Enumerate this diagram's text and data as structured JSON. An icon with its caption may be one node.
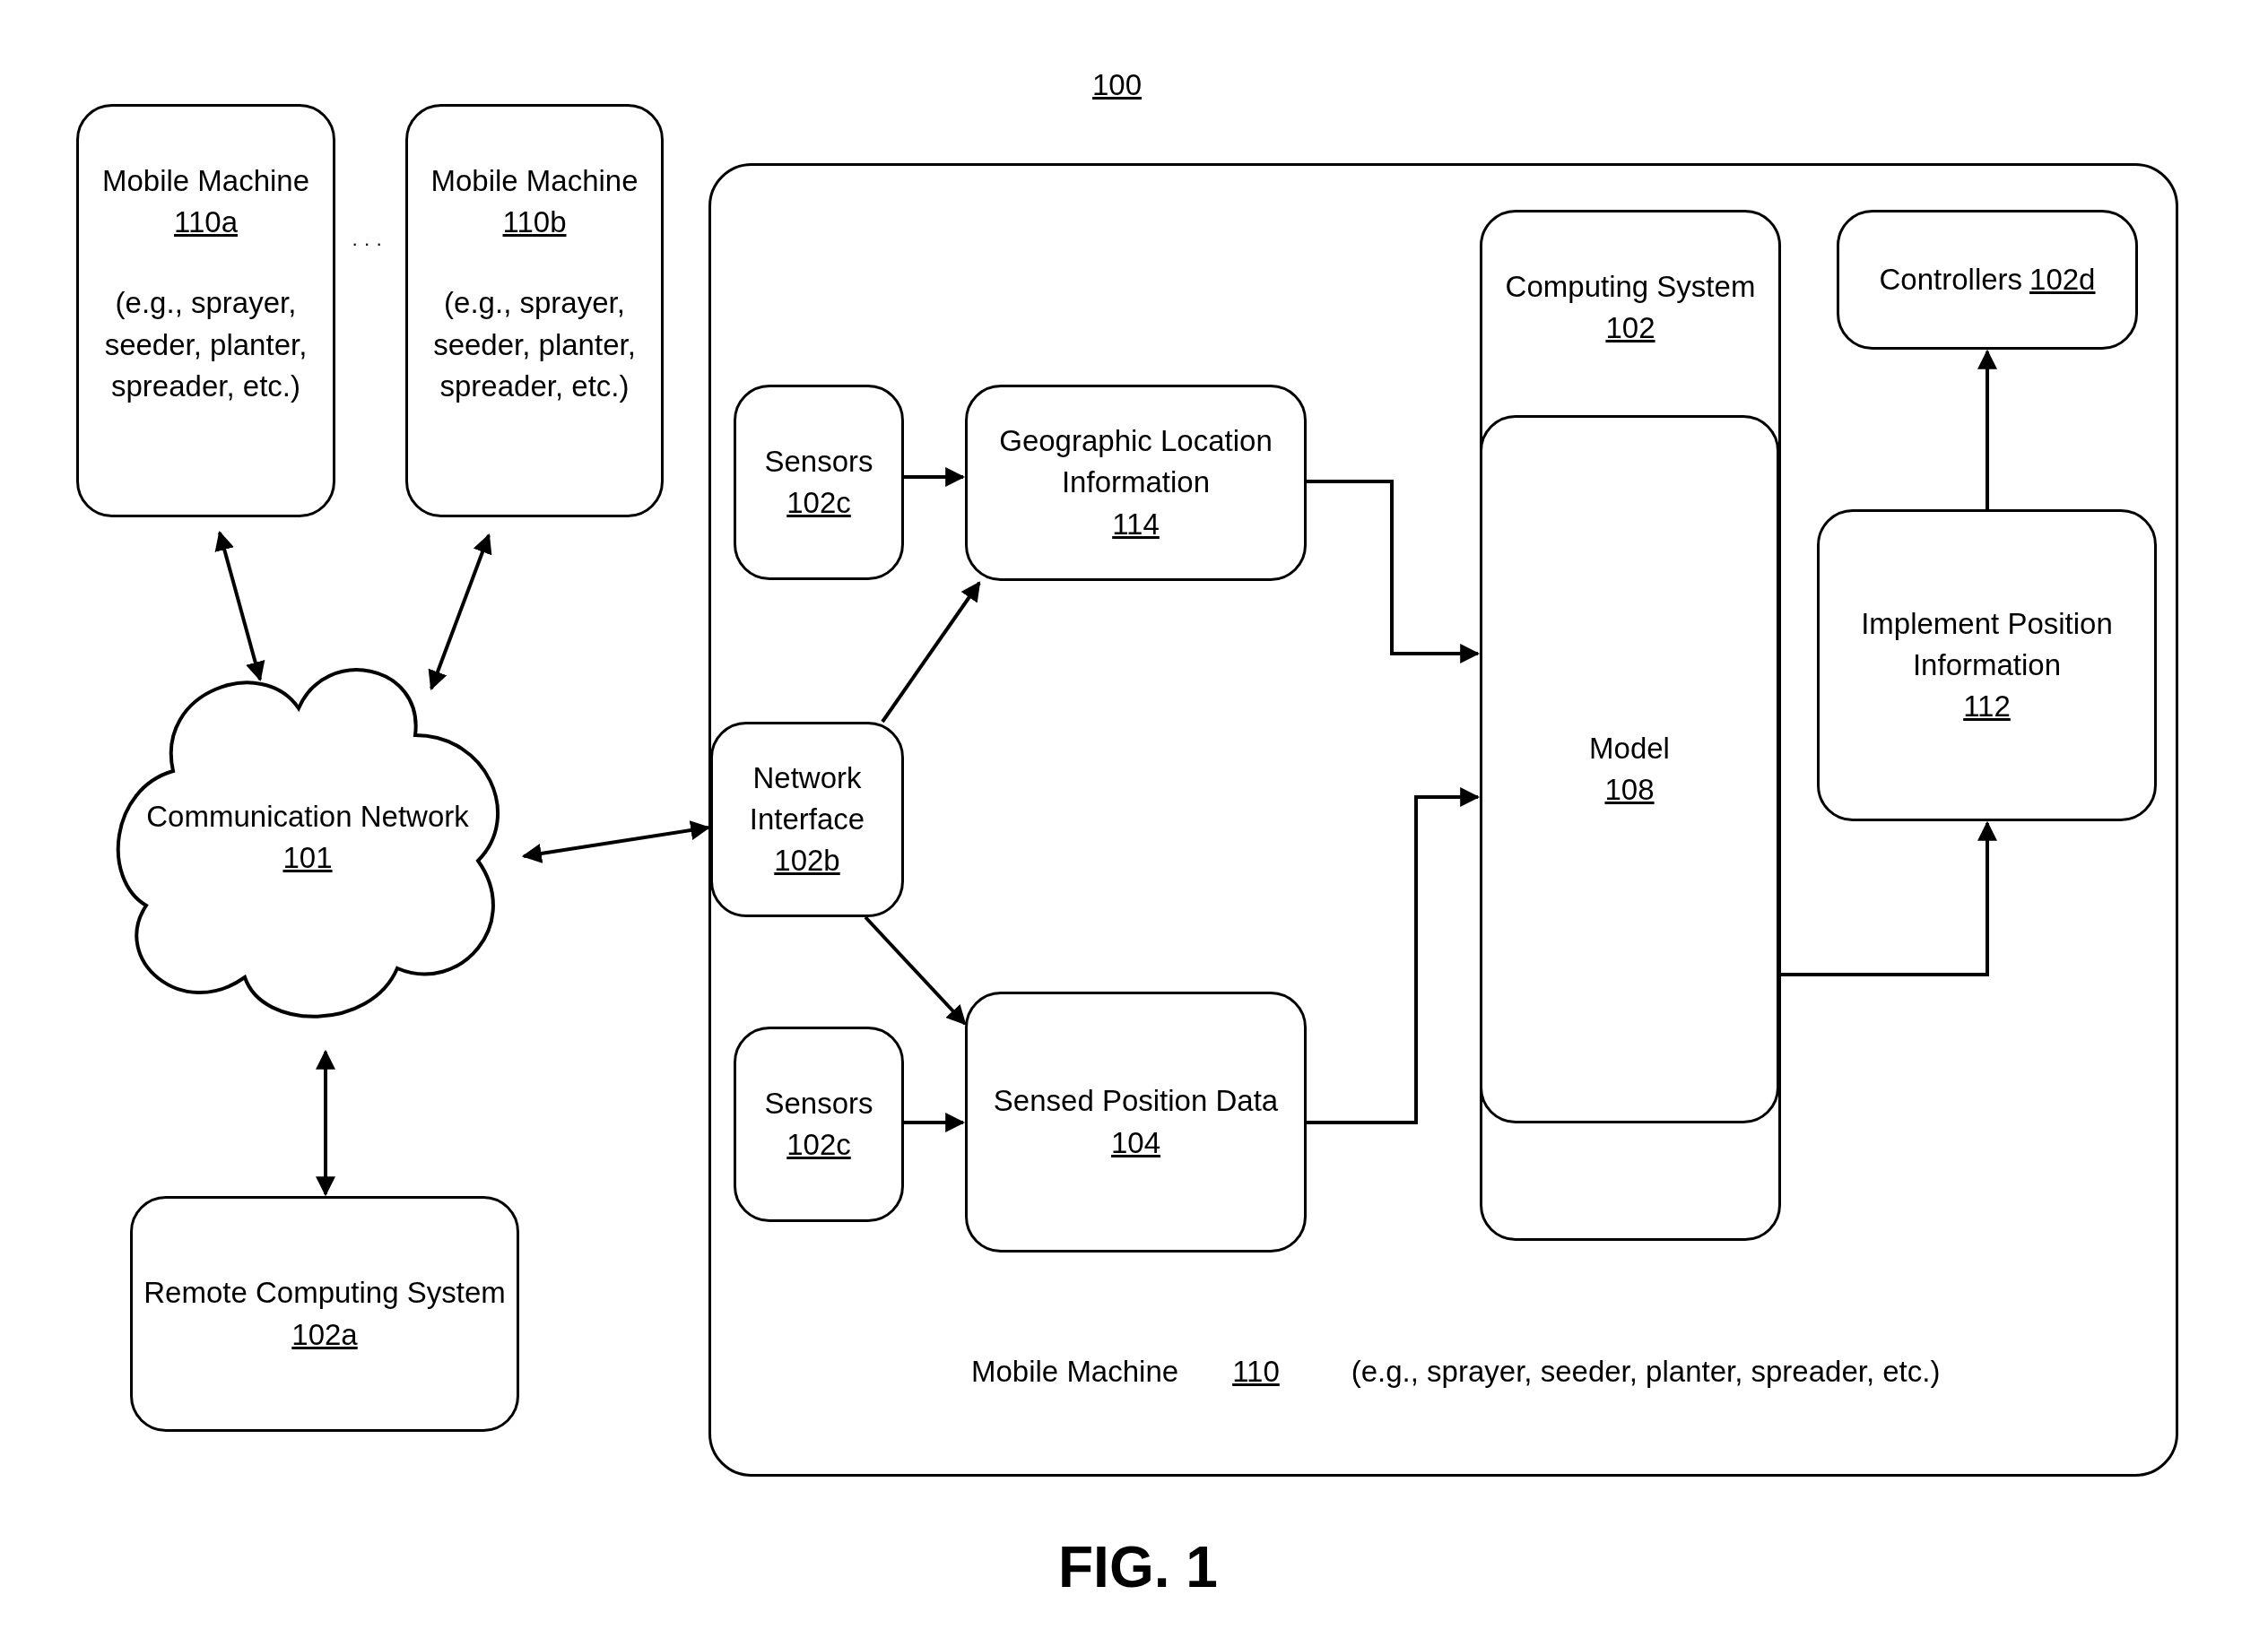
{
  "diagram": {
    "caption": "FIG. 1",
    "nodes": [
      {
        "text": [
          "Mobile Machine",
          "110a",
          "(e.g., sprayer, seeder, planter, spreader, etc.)"
        ]
      },
      {
        "text": [
          "Mobile Machine",
          "110b",
          "(e.g., sprayer, seeder, planter, spreader, etc.)"
        ]
      },
      {
        "text": [
          "Communication Network",
          "101"
        ]
      },
      {
        "text": [
          "Remote Computing System",
          "102a"
        ]
      },
      {
        "text": [
          "Mobile Machine",
          "110",
          "(e.g., sprayer, seeder, planter, spreader, etc.)"
        ]
      },
      {
        "text": [
          "Sensors",
          "102c"
        ],
        "in": 4
      },
      {
        "text": [
          "Geographic Location Information",
          "114"
        ],
        "in": 4
      },
      {
        "text": [
          "Network Interface",
          "102b"
        ],
        "in": 4
      },
      {
        "text": [
          "Sensors",
          "102c"
        ],
        "in": 4
      },
      {
        "text": [
          "Sensed Position Data",
          "104"
        ],
        "in": 4
      },
      {
        "text": [
          "Computing System",
          "102"
        ],
        "in": 4
      },
      {
        "text": [
          "Model",
          "108"
        ],
        "in": 10
      },
      {
        "text": [
          "Controllers",
          "102d"
        ],
        "in": 4
      },
      {
        "text": [
          "Implement Position Information",
          "112"
        ],
        "in": 4
      }
    ],
    "edges": [
      {
        "from": 0,
        "to": 2,
        "arrow": "both"
      },
      {
        "from": 1,
        "to": 2,
        "arrow": "both"
      },
      {
        "from": 2,
        "to": 7,
        "arrow": "both"
      },
      {
        "from": 2,
        "to": 3,
        "arrow": "both"
      },
      {
        "from": 5,
        "to": 6,
        "arrow": "to"
      },
      {
        "from": 7,
        "to": 6,
        "arrow": "to"
      },
      {
        "from": 7,
        "to": 9,
        "arrow": "to"
      },
      {
        "from": 8,
        "to": 9,
        "arrow": "to"
      },
      {
        "from": 6,
        "to": 11,
        "arrow": "to"
      },
      {
        "from": 9,
        "to": 11,
        "arrow": "to"
      },
      {
        "from": 11,
        "to": 13,
        "arrow": "to"
      },
      {
        "from": 13,
        "to": 12,
        "arrow": "to"
      }
    ],
    "labels": [
      "100",
      "· · ·"
    ]
  }
}
